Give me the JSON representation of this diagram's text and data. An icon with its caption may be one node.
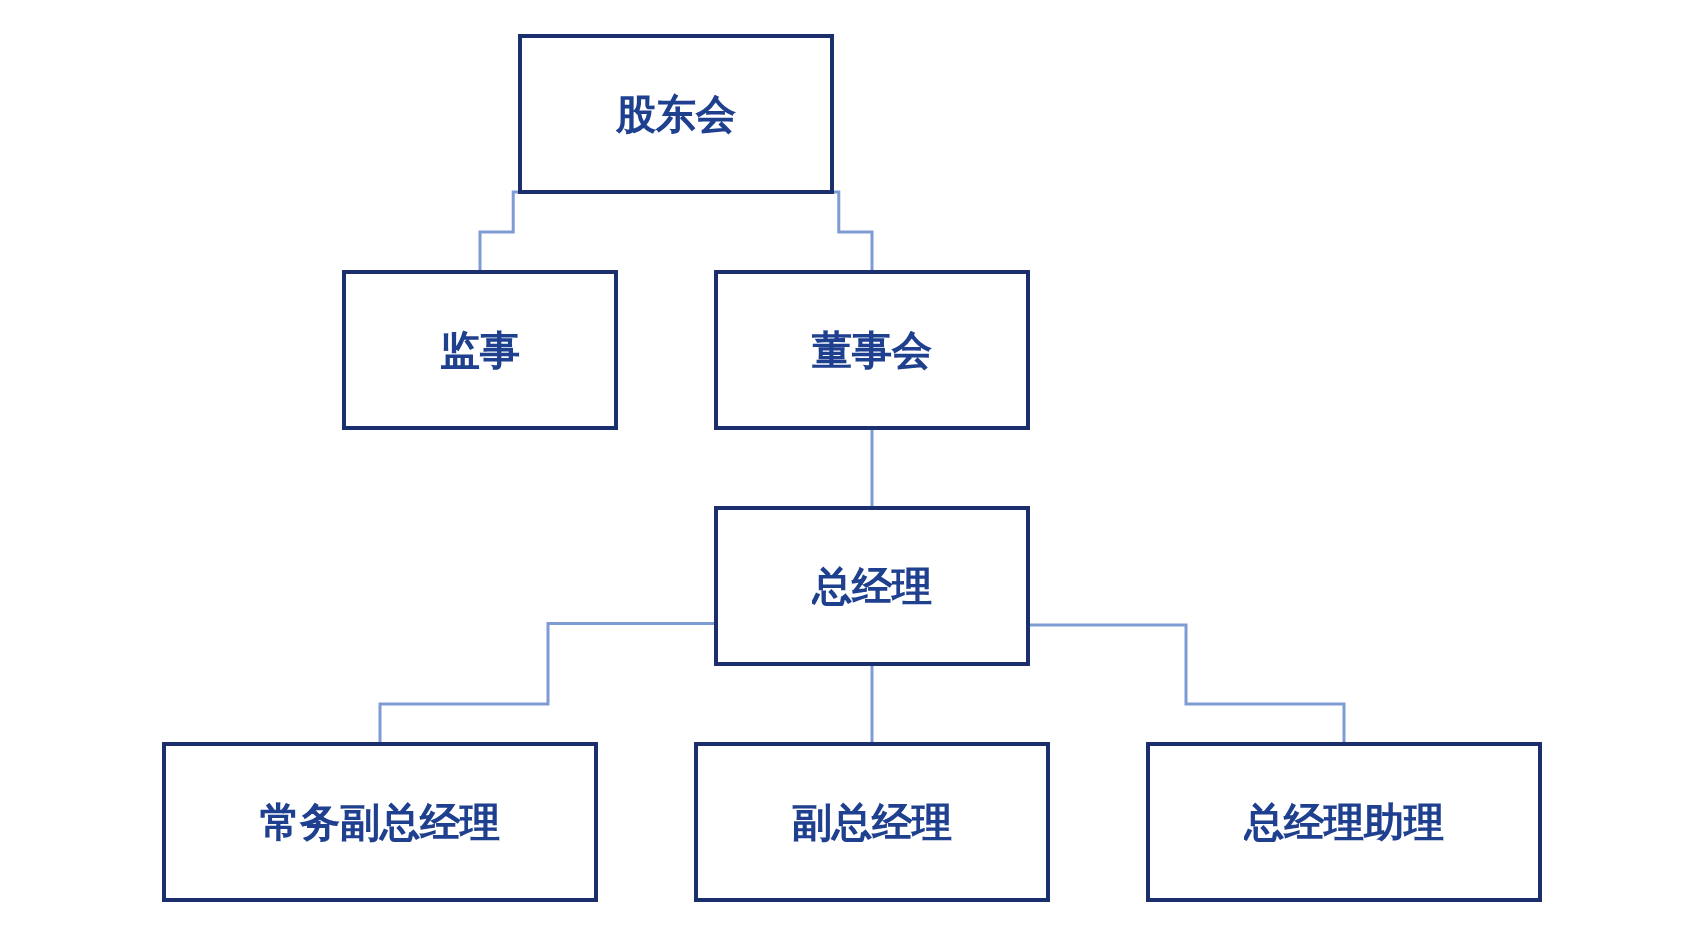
{
  "diagram": {
    "nodes": [
      {
        "text": [
          "股东会"
        ]
      },
      {
        "text": [
          "监事"
        ]
      },
      {
        "text": [
          "董事会"
        ]
      },
      {
        "text": [
          "总经理"
        ]
      },
      {
        "text": [
          "常务副总经理"
        ]
      },
      {
        "text": [
          "副总经理"
        ]
      },
      {
        "text": [
          "总经理助理"
        ]
      }
    ],
    "edges": [
      {
        "from": 0,
        "to": 1,
        "arrow": "none"
      },
      {
        "from": 0,
        "to": 2,
        "arrow": "none"
      },
      {
        "from": 2,
        "to": 3,
        "arrow": "none"
      },
      {
        "from": 3,
        "to": 4,
        "arrow": "none"
      },
      {
        "from": 3,
        "to": 5,
        "arrow": "none"
      },
      {
        "from": 3,
        "to": 6,
        "arrow": "none"
      }
    ]
  }
}
